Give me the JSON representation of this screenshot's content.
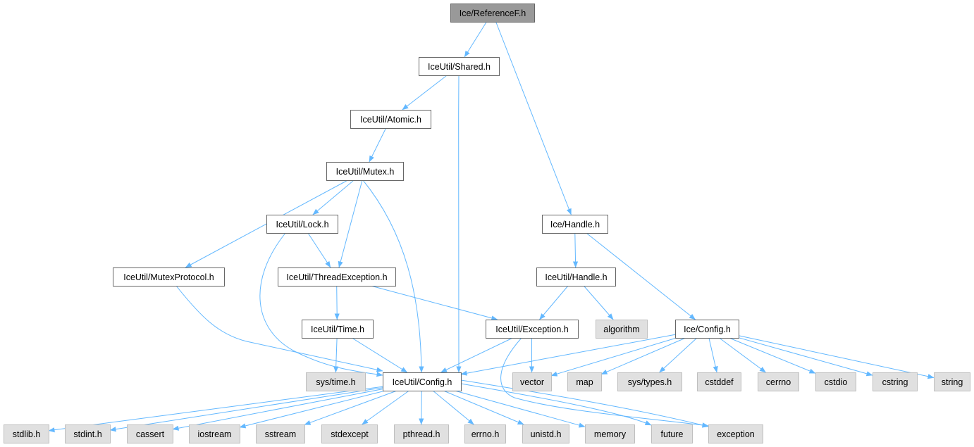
{
  "colors": {
    "edge": "#63b8ff",
    "root_fill": "#999999",
    "root_border": "#666666",
    "documented_fill": "#ffffff",
    "documented_border": "#666666",
    "external_fill": "#e0e0e0",
    "external_border": "#bfbfbf"
  },
  "nodes": [
    {
      "id": "ice-referencef",
      "label": "Ice/ReferenceF.h",
      "kind": "root"
    },
    {
      "id": "iceutil-shared",
      "label": "IceUtil/Shared.h",
      "kind": "documented"
    },
    {
      "id": "iceutil-atomic",
      "label": "IceUtil/Atomic.h",
      "kind": "documented"
    },
    {
      "id": "iceutil-mutex",
      "label": "IceUtil/Mutex.h",
      "kind": "documented"
    },
    {
      "id": "iceutil-lock",
      "label": "IceUtil/Lock.h",
      "kind": "documented"
    },
    {
      "id": "iceutil-mutexprotocol",
      "label": "IceUtil/MutexProtocol.h",
      "kind": "documented"
    },
    {
      "id": "iceutil-threadexception",
      "label": "IceUtil/ThreadException.h",
      "kind": "documented"
    },
    {
      "id": "iceutil-time",
      "label": "IceUtil/Time.h",
      "kind": "documented"
    },
    {
      "id": "iceutil-exception",
      "label": "IceUtil/Exception.h",
      "kind": "documented"
    },
    {
      "id": "iceutil-config",
      "label": "IceUtil/Config.h",
      "kind": "documented"
    },
    {
      "id": "ice-handle",
      "label": "Ice/Handle.h",
      "kind": "documented"
    },
    {
      "id": "iceutil-handle",
      "label": "IceUtil/Handle.h",
      "kind": "documented"
    },
    {
      "id": "ice-config",
      "label": "Ice/Config.h",
      "kind": "documented"
    },
    {
      "id": "algorithm",
      "label": "algorithm",
      "kind": "external"
    },
    {
      "id": "sys-time",
      "label": "sys/time.h",
      "kind": "external"
    },
    {
      "id": "vector",
      "label": "vector",
      "kind": "external"
    },
    {
      "id": "map",
      "label": "map",
      "kind": "external"
    },
    {
      "id": "sys-types",
      "label": "sys/types.h",
      "kind": "external"
    },
    {
      "id": "cstddef",
      "label": "cstddef",
      "kind": "external"
    },
    {
      "id": "cerrno",
      "label": "cerrno",
      "kind": "external"
    },
    {
      "id": "cstdio",
      "label": "cstdio",
      "kind": "external"
    },
    {
      "id": "cstring",
      "label": "cstring",
      "kind": "external"
    },
    {
      "id": "string",
      "label": "string",
      "kind": "external"
    },
    {
      "id": "stdlib",
      "label": "stdlib.h",
      "kind": "external"
    },
    {
      "id": "stdint",
      "label": "stdint.h",
      "kind": "external"
    },
    {
      "id": "cassert",
      "label": "cassert",
      "kind": "external"
    },
    {
      "id": "iostream",
      "label": "iostream",
      "kind": "external"
    },
    {
      "id": "sstream",
      "label": "sstream",
      "kind": "external"
    },
    {
      "id": "stdexcept",
      "label": "stdexcept",
      "kind": "external"
    },
    {
      "id": "pthread",
      "label": "pthread.h",
      "kind": "external"
    },
    {
      "id": "errno",
      "label": "errno.h",
      "kind": "external"
    },
    {
      "id": "unistd",
      "label": "unistd.h",
      "kind": "external"
    },
    {
      "id": "memory",
      "label": "memory",
      "kind": "external"
    },
    {
      "id": "future",
      "label": "future",
      "kind": "external"
    },
    {
      "id": "exception",
      "label": "exception",
      "kind": "external"
    }
  ],
  "edges": [
    {
      "from": "ice-referencef",
      "to": "iceutil-shared"
    },
    {
      "from": "ice-referencef",
      "to": "ice-handle"
    },
    {
      "from": "iceutil-shared",
      "to": "iceutil-atomic"
    },
    {
      "from": "iceutil-shared",
      "to": "iceutil-config"
    },
    {
      "from": "iceutil-atomic",
      "to": "iceutil-mutex"
    },
    {
      "from": "iceutil-mutex",
      "to": "iceutil-lock"
    },
    {
      "from": "iceutil-mutex",
      "to": "iceutil-mutexprotocol"
    },
    {
      "from": "iceutil-mutex",
      "to": "iceutil-threadexception"
    },
    {
      "from": "iceutil-mutex",
      "to": "iceutil-config"
    },
    {
      "from": "iceutil-lock",
      "to": "iceutil-threadexception"
    },
    {
      "from": "iceutil-lock",
      "to": "iceutil-config"
    },
    {
      "from": "iceutil-mutexprotocol",
      "to": "iceutil-config"
    },
    {
      "from": "iceutil-threadexception",
      "to": "iceutil-time"
    },
    {
      "from": "iceutil-threadexception",
      "to": "iceutil-exception"
    },
    {
      "from": "iceutil-time",
      "to": "sys-time"
    },
    {
      "from": "iceutil-time",
      "to": "iceutil-config"
    },
    {
      "from": "iceutil-exception",
      "to": "iceutil-config"
    },
    {
      "from": "iceutil-exception",
      "to": "vector"
    },
    {
      "from": "iceutil-exception",
      "to": "exception"
    },
    {
      "from": "ice-handle",
      "to": "iceutil-handle"
    },
    {
      "from": "ice-handle",
      "to": "ice-config"
    },
    {
      "from": "iceutil-handle",
      "to": "iceutil-exception"
    },
    {
      "from": "iceutil-handle",
      "to": "algorithm"
    },
    {
      "from": "ice-config",
      "to": "iceutil-config"
    },
    {
      "from": "ice-config",
      "to": "vector"
    },
    {
      "from": "ice-config",
      "to": "map"
    },
    {
      "from": "ice-config",
      "to": "sys-types"
    },
    {
      "from": "ice-config",
      "to": "cstddef"
    },
    {
      "from": "ice-config",
      "to": "cerrno"
    },
    {
      "from": "ice-config",
      "to": "cstdio"
    },
    {
      "from": "ice-config",
      "to": "cstring"
    },
    {
      "from": "ice-config",
      "to": "string"
    },
    {
      "from": "iceutil-config",
      "to": "stdlib"
    },
    {
      "from": "iceutil-config",
      "to": "stdint"
    },
    {
      "from": "iceutil-config",
      "to": "cassert"
    },
    {
      "from": "iceutil-config",
      "to": "iostream"
    },
    {
      "from": "iceutil-config",
      "to": "sstream"
    },
    {
      "from": "iceutil-config",
      "to": "stdexcept"
    },
    {
      "from": "iceutil-config",
      "to": "pthread"
    },
    {
      "from": "iceutil-config",
      "to": "errno"
    },
    {
      "from": "iceutil-config",
      "to": "unistd"
    },
    {
      "from": "iceutil-config",
      "to": "memory"
    },
    {
      "from": "iceutil-config",
      "to": "future"
    },
    {
      "from": "iceutil-config",
      "to": "exception"
    }
  ]
}
